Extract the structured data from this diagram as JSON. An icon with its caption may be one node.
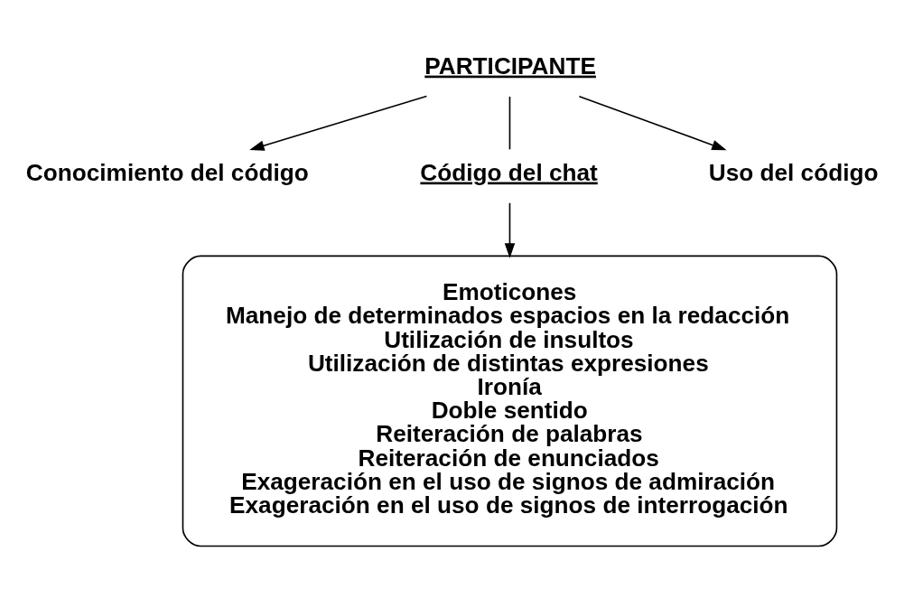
{
  "diagram": {
    "nodes": [
      {
        "text": [
          "PARTICIPANTE"
        ]
      },
      {
        "text": [
          "Conocimiento del código"
        ]
      },
      {
        "text": [
          "Código del chat"
        ]
      },
      {
        "text": [
          "Uso del código"
        ]
      },
      {
        "text": [
          "Emoticones",
          "Manejo de determinados espacios en la redacción",
          "Utilización de insultos",
          "Utilización de distintas expresiones",
          "Ironía",
          "Doble sentido",
          "Reiteración de palabras",
          "Reiteración de enunciados",
          "Exageración en el uso de signos de admiración",
          "Exageración en el uso de signos de interrogación"
        ]
      }
    ],
    "edges": [
      {
        "from": 0,
        "to": 1,
        "arrow": "to"
      },
      {
        "from": 0,
        "to": 3,
        "arrow": "to"
      },
      {
        "from": 0,
        "to": 2,
        "arrow": "none"
      },
      {
        "from": 2,
        "to": 4,
        "arrow": "to"
      }
    ]
  }
}
